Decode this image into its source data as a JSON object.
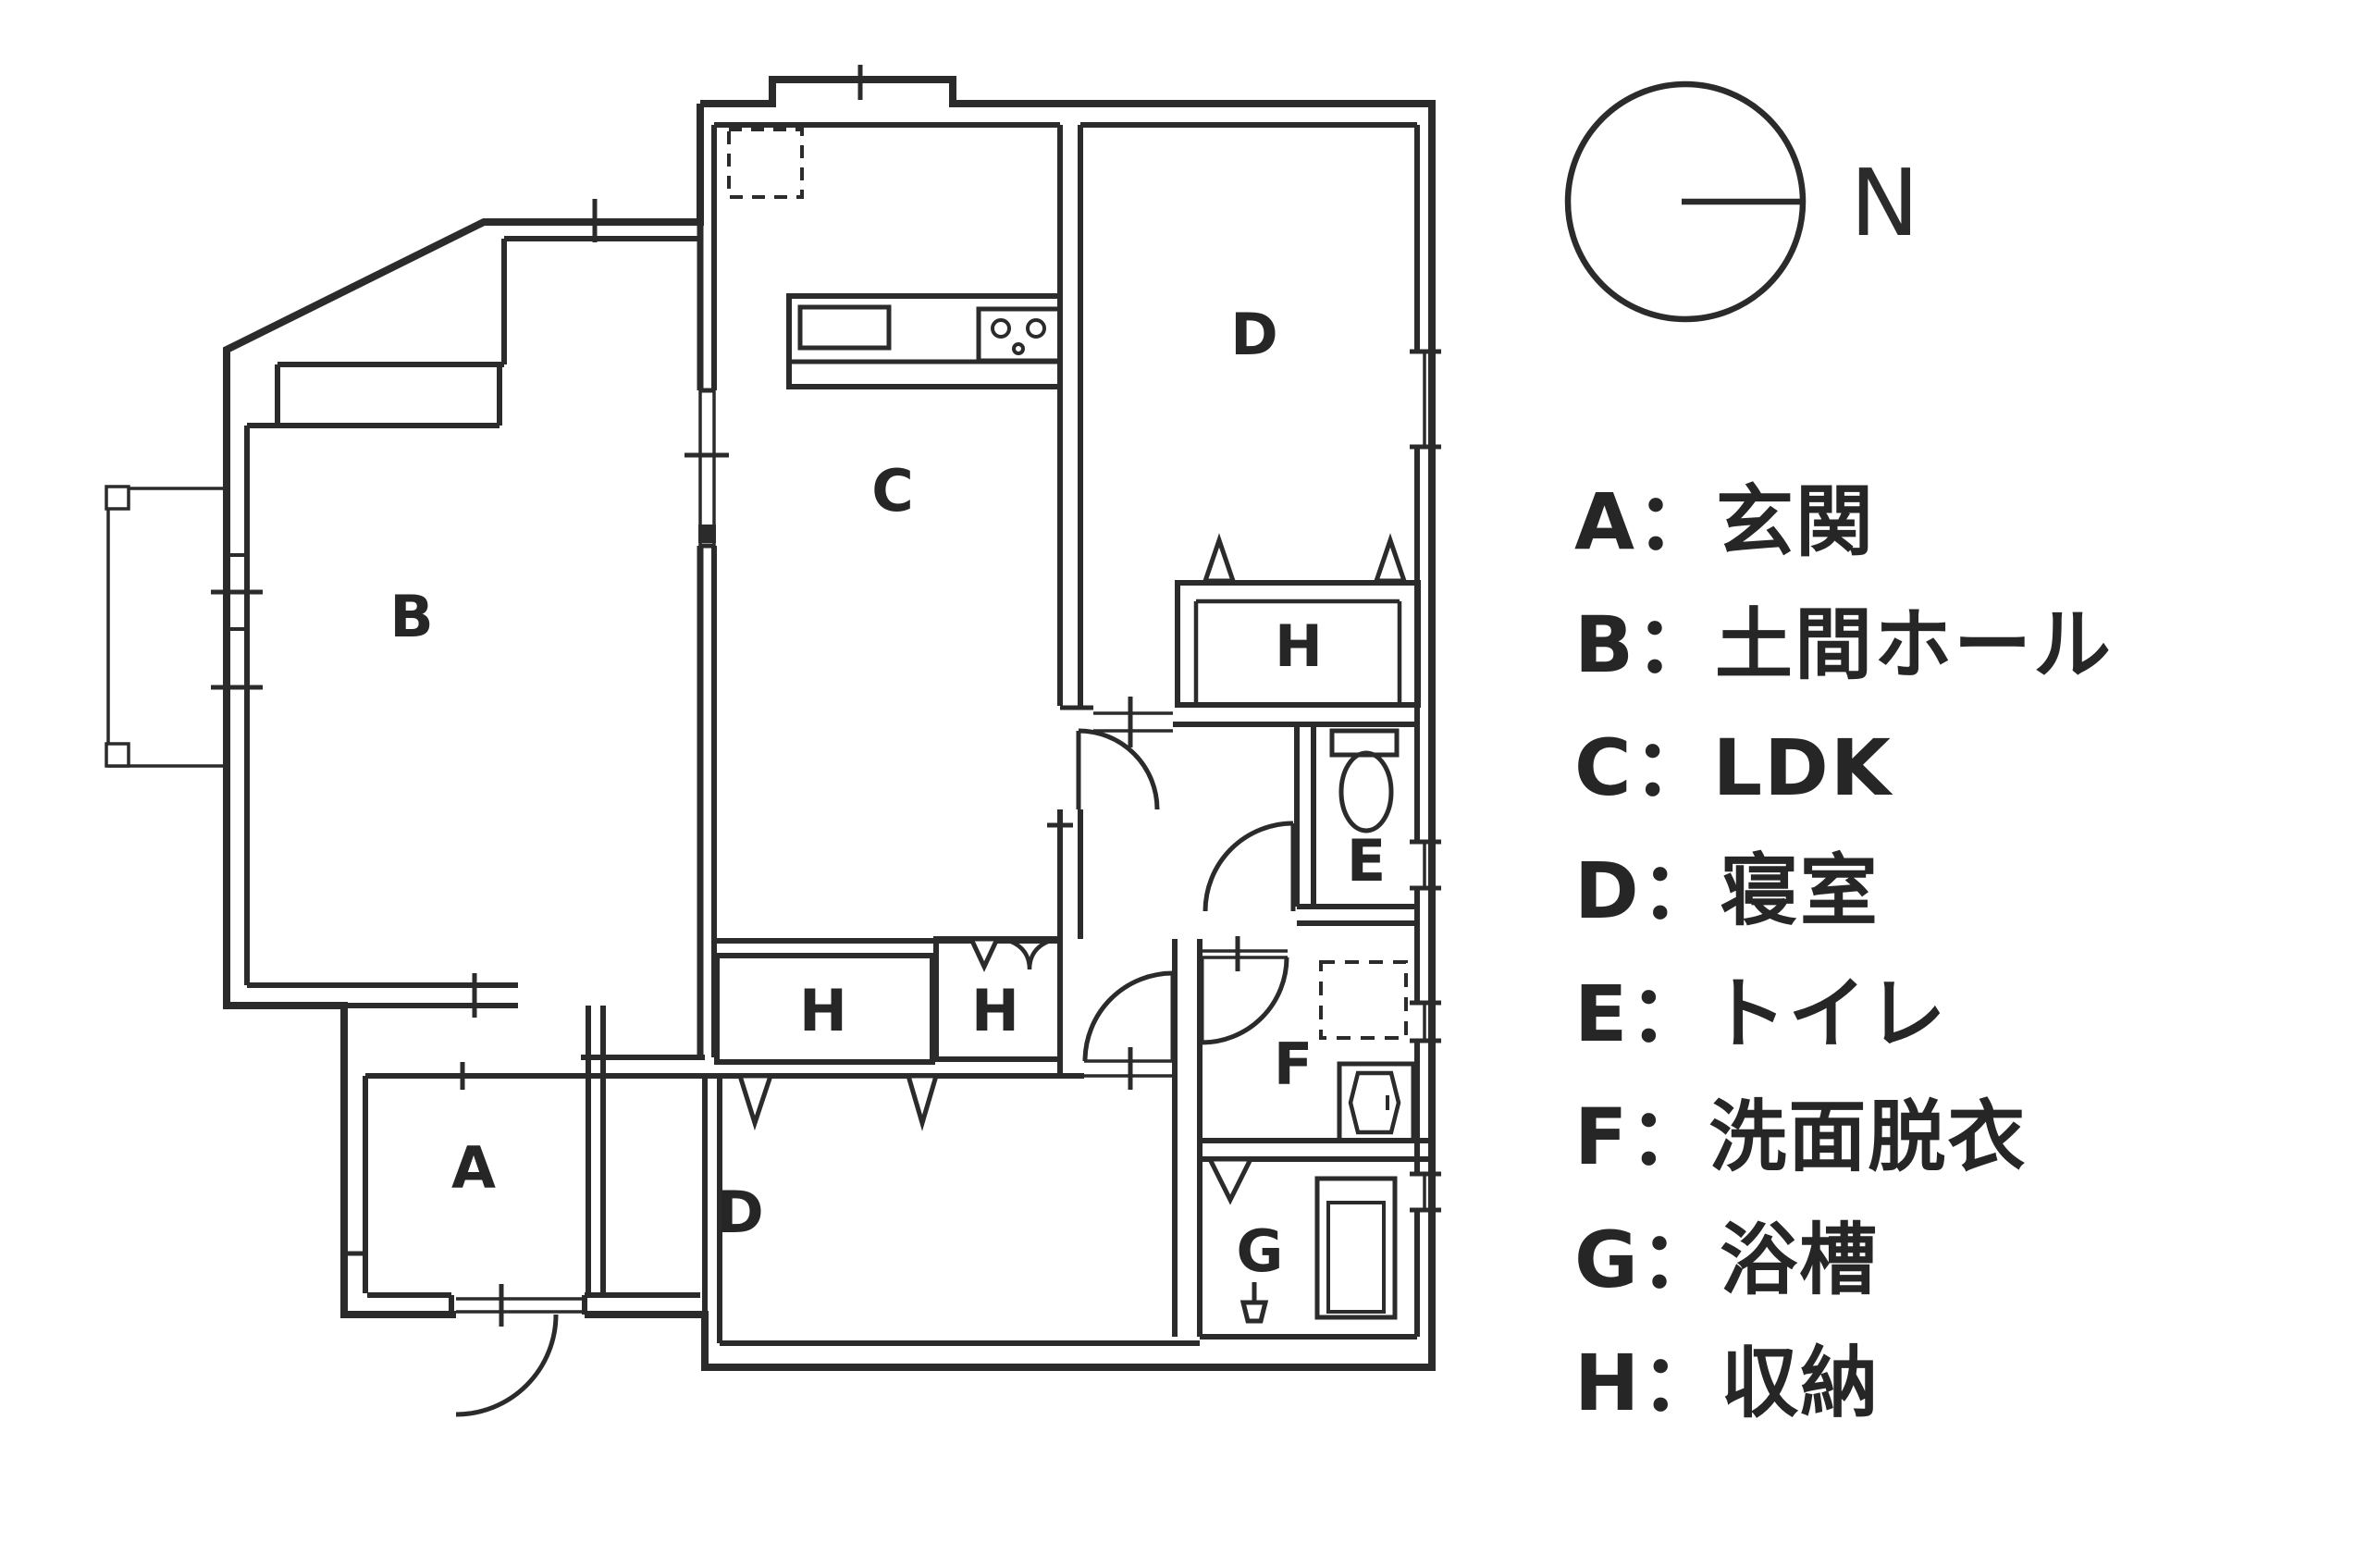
{
  "compass": {
    "label": "N"
  },
  "floorplan": {
    "rooms": [
      {
        "id": "B",
        "label": "B"
      },
      {
        "id": "C",
        "label": "C"
      },
      {
        "id": "D-top",
        "label": "D"
      },
      {
        "id": "H-closet",
        "label": "H"
      },
      {
        "id": "E",
        "label": "E"
      },
      {
        "id": "F",
        "label": "F"
      },
      {
        "id": "G",
        "label": "G"
      },
      {
        "id": "H1",
        "label": "H"
      },
      {
        "id": "H2",
        "label": "H"
      },
      {
        "id": "A",
        "label": "A"
      },
      {
        "id": "D-bottom",
        "label": "D"
      }
    ]
  },
  "legend": {
    "items": [
      {
        "text": "A：玄関"
      },
      {
        "text": "B：土間ホール"
      },
      {
        "text": "C：LDK"
      },
      {
        "text": "D：寝室"
      },
      {
        "text": "E：トイレ"
      },
      {
        "text": "F：洗面脱衣"
      },
      {
        "text": "G：浴槽"
      },
      {
        "text": "H：収納"
      }
    ]
  },
  "colors": {
    "line": "#2b2b2b",
    "text": "#262626",
    "background": "#ffffff"
  }
}
